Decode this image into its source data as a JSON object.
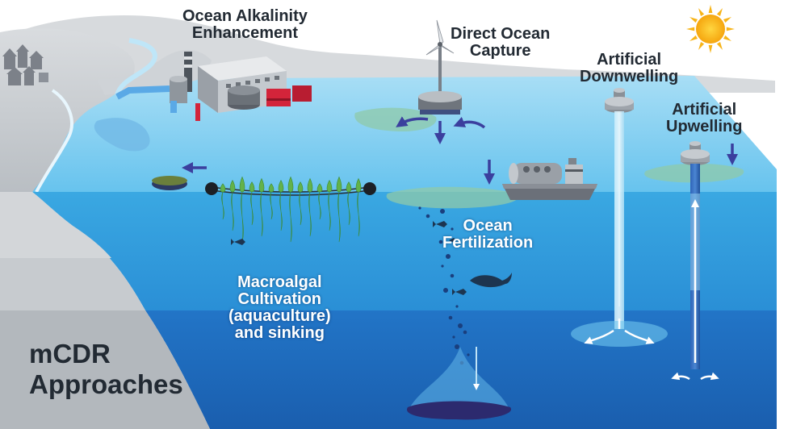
{
  "title": {
    "line1": "mCDR",
    "line2": "Approaches"
  },
  "approaches": {
    "ocean_alkalinity": {
      "line1": "Ocean Alkalinity",
      "line2": "Enhancement"
    },
    "direct_ocean_capture": {
      "line1": "Direct Ocean",
      "line2": "Capture"
    },
    "artificial_downwelling": {
      "line1": "Artificial",
      "line2": "Downwelling"
    },
    "artificial_upwelling": {
      "line1": "Artificial",
      "line2": "Upwelling"
    },
    "ocean_fertilization": {
      "line1": "Ocean",
      "line2": "Fertilization"
    },
    "macroalgal": {
      "line1": "Macroalgal",
      "line2": "Cultivation",
      "line3": "(aquaculture)",
      "line4": "and sinking"
    }
  },
  "colors": {
    "sky": "#ffffff",
    "land": "#c9cdd1",
    "surface_water": "#8fd5f2",
    "mid_water": "#2f9fdd",
    "deep_water": "#1e6cc0",
    "arrow": "#3b3f9e",
    "seaweed": "#5fb04a",
    "sun": "#f7b418",
    "factory_red": "#d3243a"
  },
  "icons": [
    "sun-icon",
    "wind-turbine-icon",
    "factory-icon",
    "ship-icon",
    "buoy-icon",
    "whale-icon",
    "fish-icon",
    "houses-icon"
  ]
}
